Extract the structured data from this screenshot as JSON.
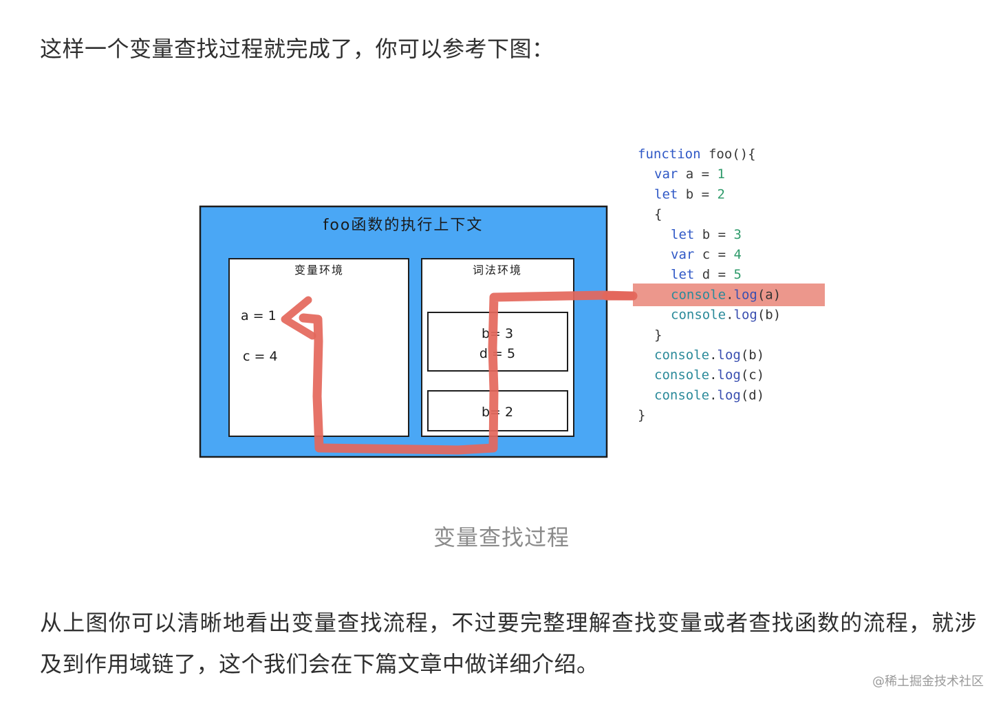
{
  "article": {
    "intro": "这样一个变量查找过程就完成了，你可以参考下图：",
    "caption": "变量查找过程",
    "outro": "从上图你可以清晰地看出变量查找流程，不过要完整理解查找变量或者查找函数的流程，就涉及到作用域链了，这个我们会在下篇文章中做详细介绍。",
    "watermark": "@稀土掘金技术社区"
  },
  "diagram": {
    "context_title": "foo函数的执行上下文",
    "variable_env": {
      "title": "变量环境",
      "entries": [
        "a = 1",
        "c = 4"
      ]
    },
    "lexical_env": {
      "title": "词法环境",
      "block_scope": [
        "b= 3",
        "d = 5"
      ],
      "function_scope": [
        "b= 2"
      ]
    },
    "colors": {
      "context_bg": "#4aa7f5",
      "path": "#e4675b",
      "highlight": "#ea8c80"
    }
  },
  "code": {
    "lines": [
      {
        "indent": 0,
        "tokens": [
          {
            "t": "function",
            "c": "kw"
          },
          {
            "t": " foo",
            "c": "id"
          },
          {
            "t": "(){",
            "c": "pun"
          }
        ]
      },
      {
        "indent": 1,
        "tokens": [
          {
            "t": "var",
            "c": "kw"
          },
          {
            "t": " a = ",
            "c": "id"
          },
          {
            "t": "1",
            "c": "num"
          }
        ]
      },
      {
        "indent": 1,
        "tokens": [
          {
            "t": "let",
            "c": "kw"
          },
          {
            "t": " b = ",
            "c": "id"
          },
          {
            "t": "2",
            "c": "num"
          }
        ]
      },
      {
        "indent": 1,
        "tokens": [
          {
            "t": "{",
            "c": "pun"
          }
        ]
      },
      {
        "indent": 2,
        "tokens": [
          {
            "t": "let",
            "c": "kw"
          },
          {
            "t": " b = ",
            "c": "id"
          },
          {
            "t": "3",
            "c": "num"
          }
        ]
      },
      {
        "indent": 2,
        "tokens": [
          {
            "t": "var",
            "c": "kw"
          },
          {
            "t": " c = ",
            "c": "id"
          },
          {
            "t": "4",
            "c": "num"
          }
        ]
      },
      {
        "indent": 2,
        "tokens": [
          {
            "t": "let",
            "c": "kw"
          },
          {
            "t": " d = ",
            "c": "id"
          },
          {
            "t": "5",
            "c": "num"
          }
        ]
      },
      {
        "indent": 2,
        "highlight": true,
        "tokens": [
          {
            "t": "console",
            "c": "ob"
          },
          {
            "t": ".",
            "c": "pun"
          },
          {
            "t": "log",
            "c": "fn"
          },
          {
            "t": "(a)",
            "c": "pun"
          }
        ]
      },
      {
        "indent": 2,
        "tokens": [
          {
            "t": "console",
            "c": "ob"
          },
          {
            "t": ".",
            "c": "pun"
          },
          {
            "t": "log",
            "c": "fn"
          },
          {
            "t": "(b)",
            "c": "pun"
          }
        ]
      },
      {
        "indent": 1,
        "tokens": [
          {
            "t": "}",
            "c": "pun"
          }
        ]
      },
      {
        "indent": 1,
        "tokens": [
          {
            "t": "console",
            "c": "ob"
          },
          {
            "t": ".",
            "c": "pun"
          },
          {
            "t": "log",
            "c": "fn"
          },
          {
            "t": "(b)",
            "c": "pun"
          }
        ]
      },
      {
        "indent": 1,
        "tokens": [
          {
            "t": "console",
            "c": "ob"
          },
          {
            "t": ".",
            "c": "pun"
          },
          {
            "t": "log",
            "c": "fn"
          },
          {
            "t": "(c)",
            "c": "pun"
          }
        ]
      },
      {
        "indent": 1,
        "tokens": [
          {
            "t": "console",
            "c": "ob"
          },
          {
            "t": ".",
            "c": "pun"
          },
          {
            "t": "log",
            "c": "fn"
          },
          {
            "t": "(d)",
            "c": "pun"
          }
        ]
      },
      {
        "indent": 0,
        "tokens": [
          {
            "t": "}",
            "c": "pun"
          }
        ]
      }
    ]
  }
}
